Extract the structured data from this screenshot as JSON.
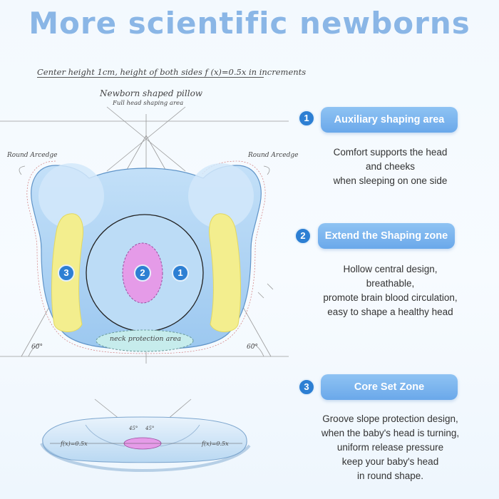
{
  "title": "More scientific newborns",
  "diagram": {
    "caption": "Center height 1cm, height of both sides f (x)=0.5x in increments",
    "pillow_label": "Newborn shaped pillow",
    "pillow_sublabel": "Full head shaping area",
    "arc_left": "Round Arcedge",
    "arc_right": "Round Arcedge",
    "angle_left": "60°",
    "angle_right": "60°",
    "neck_label": "neck protection area",
    "side_angle_left": "45°",
    "side_angle_right": "45°",
    "side_height_left": "f(x)=0.5x",
    "side_height_right": "f(x)=0.5x",
    "zone_markers": [
      "3",
      "2",
      "1"
    ],
    "colors": {
      "pillow": "#a9d1f4",
      "center_zone": "#e59be8",
      "side_zone": "#f3ee8e",
      "neck": "#c6ecec"
    }
  },
  "features": [
    {
      "number": "1",
      "title": "Auxiliary shaping area",
      "lines": [
        "Comfort supports the head",
        "and cheeks",
        "when sleeping on one side"
      ]
    },
    {
      "number": "2",
      "title": "Extend the Shaping zone",
      "lines": [
        "Hollow central design,",
        "breathable,",
        "promote brain blood circulation,",
        "easy to shape a healthy head"
      ]
    },
    {
      "number": "3",
      "title": "Core Set Zone",
      "lines": [
        "Groove slope protection design,",
        "when the baby's head is turning,",
        "uniform release pressure",
        "keep your baby's head",
        "in round shape."
      ]
    }
  ],
  "accent_color": "#2d7fd3"
}
